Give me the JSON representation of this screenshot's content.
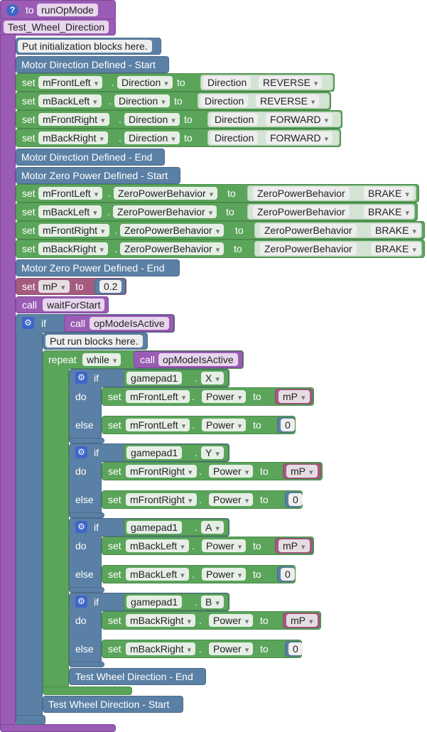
{
  "function": {
    "to_kw": "to",
    "name": "runOpMode",
    "op_mode": "Test_Wheel_Direction",
    "help_icon": "question-icon"
  },
  "comments": {
    "init": "Put initialization blocks here.",
    "dir_start": "Motor Direction Defined - Start",
    "dir_end": "Motor Direction Defined - End",
    "zero_start": "Motor Zero Power Defined - Start",
    "zero_end": "Motor Zero Power Defined - End",
    "run": "Put run blocks here.",
    "wheel_end": "Test Wheel Direction - End",
    "wheel_start": "Test Wheel Direction - Start"
  },
  "keywords": {
    "set": "set",
    "to": "to",
    "dot": ".",
    "call": "call",
    "if": "if",
    "do": "do",
    "else": "else",
    "repeat": "repeat"
  },
  "direction_sets": [
    {
      "motor": "mFrontLeft",
      "prop": "Direction",
      "enum": "Direction",
      "value": "REVERSE"
    },
    {
      "motor": "mBackLeft",
      "prop": "Direction",
      "enum": "Direction",
      "value": "REVERSE"
    },
    {
      "motor": "mFrontRight",
      "prop": "Direction",
      "enum": "Direction",
      "value": "FORWARD"
    },
    {
      "motor": "mBackRight",
      "prop": "Direction",
      "enum": "Direction",
      "value": "FORWARD"
    }
  ],
  "zero_sets": [
    {
      "motor": "mFrontLeft",
      "prop": "ZeroPowerBehavior",
      "enum": "ZeroPowerBehavior",
      "value": "BRAKE"
    },
    {
      "motor": "mBackLeft",
      "prop": "ZeroPowerBehavior",
      "enum": "ZeroPowerBehavior",
      "value": "BRAKE"
    },
    {
      "motor": "mFrontRight",
      "prop": "ZeroPowerBehavior",
      "enum": "ZeroPowerBehavior",
      "value": "BRAKE"
    },
    {
      "motor": "mBackRight",
      "prop": "ZeroPowerBehavior",
      "enum": "ZeroPowerBehavior",
      "value": "BRAKE"
    }
  ],
  "set_mp": {
    "var": "mP",
    "value": "0.2"
  },
  "wait_call": "waitForStart",
  "active_call": "opModeIsActive",
  "repeat_mode": "while",
  "buttons": [
    {
      "gamepad": "gamepad1",
      "button": "X",
      "motor": "mFrontLeft",
      "prop": "Power",
      "then_var": "mP",
      "else_value": "0"
    },
    {
      "gamepad": "gamepad1",
      "button": "Y",
      "motor": "mFrontRight",
      "prop": "Power",
      "then_var": "mP",
      "else_value": "0"
    },
    {
      "gamepad": "gamepad1",
      "button": "A",
      "motor": "mBackLeft",
      "prop": "Power",
      "then_var": "mP",
      "else_value": "0"
    },
    {
      "gamepad": "gamepad1",
      "button": "B",
      "motor": "mBackRight",
      "prop": "Power",
      "then_var": "mP",
      "else_value": "0"
    }
  ],
  "colors": {
    "procedure": "#9a5cb4",
    "control": "#5b80a5",
    "motor": "#5ba55b",
    "variable": "#a55b80",
    "enum": "#d4e4d4",
    "mutator": "#3d66c9"
  }
}
